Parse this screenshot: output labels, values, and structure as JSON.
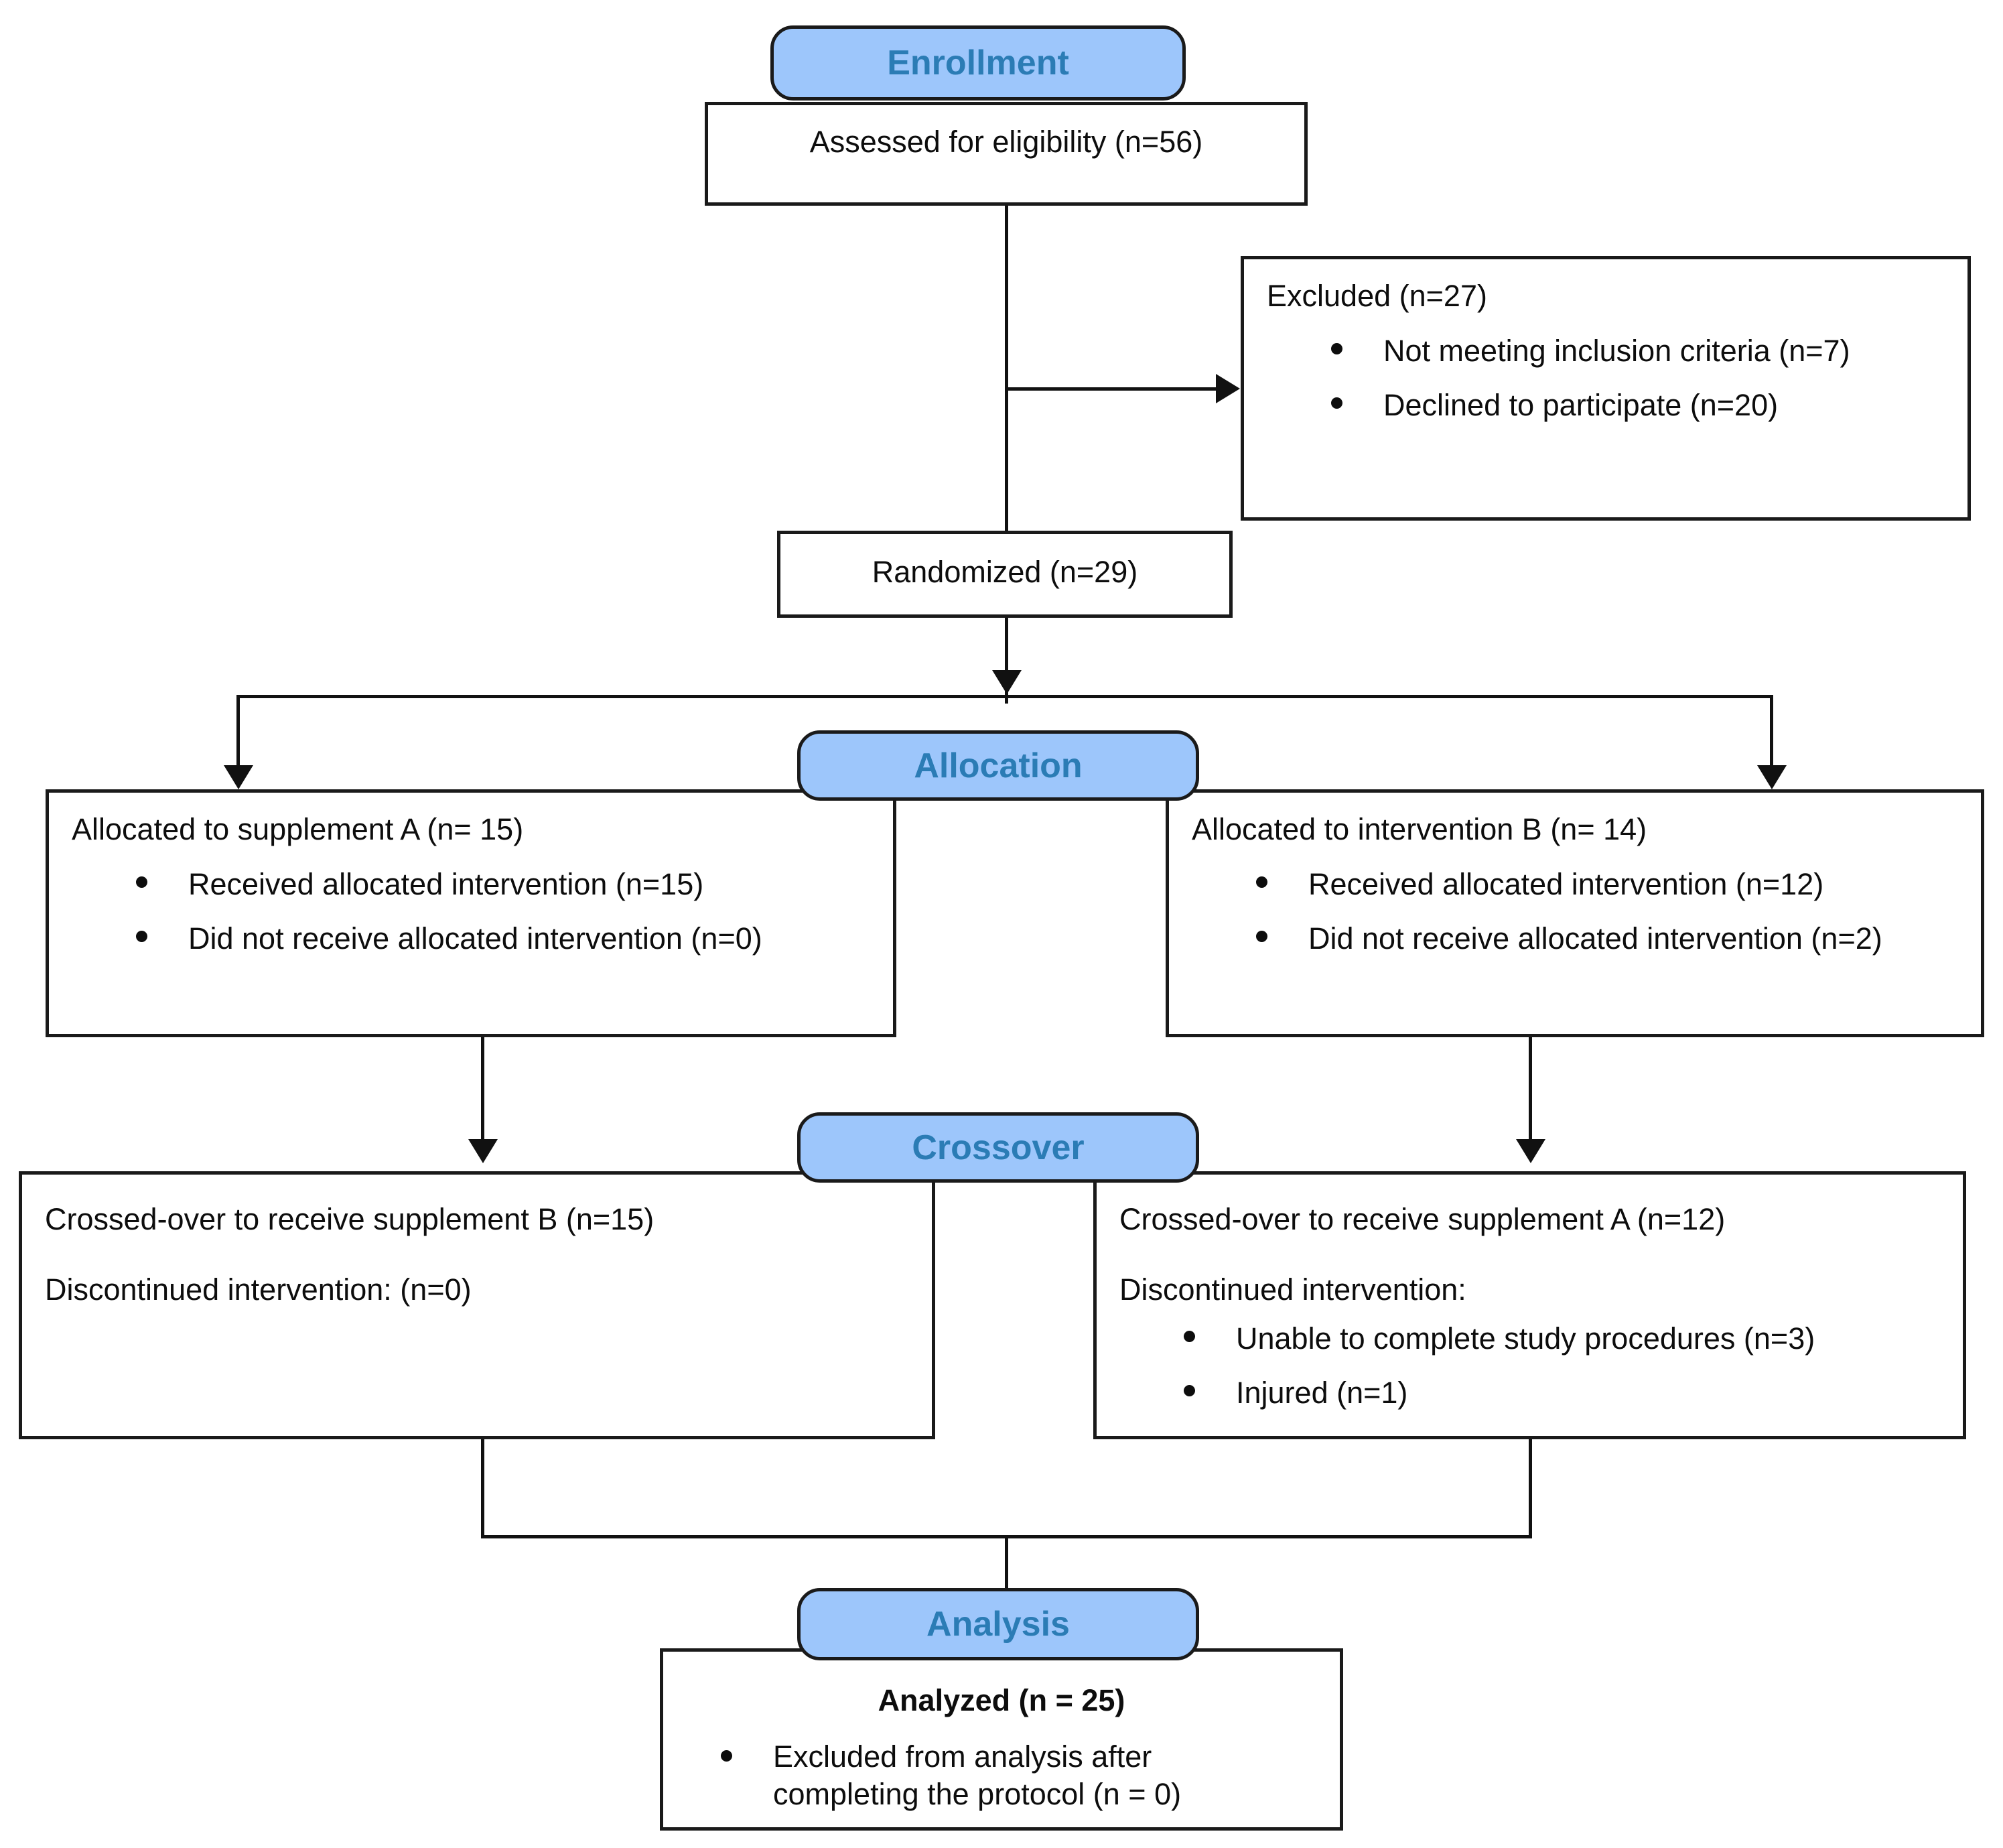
{
  "diagram": {
    "title": "CONSORT participant flow diagram",
    "accent_blue": "#9dc6fb",
    "header_text_color": "#2b7cb5",
    "line_color": "#111111"
  },
  "stages": {
    "enrollment": "Enrollment",
    "allocation": "Allocation",
    "crossover": "Crossover",
    "analysis": "Analysis"
  },
  "nodes": {
    "assessed": {
      "text": "Assessed for eligibility (n=56)"
    },
    "excluded": {
      "heading": "Excluded (n=27)",
      "bullets": [
        "Not meeting inclusion criteria (n=7)",
        "Declined to participate (n=20)"
      ]
    },
    "randomized": {
      "text": "Randomized (n=29)"
    },
    "allocated_left": {
      "heading": "Allocated to supplement A (n= 15)",
      "bullets": [
        "Received allocated intervention (n=15)",
        "Did not receive allocated intervention (n=0)"
      ]
    },
    "allocated_right": {
      "heading": "Allocated to intervention B (n= 14)",
      "bullets": [
        "Received allocated intervention (n=12)",
        "Did not receive allocated intervention (n=2)"
      ]
    },
    "crossover_left": {
      "heading": "Crossed-over to receive supplement B (n=15)",
      "subheading": "Discontinued intervention: (n=0)",
      "bullets": []
    },
    "crossover_right": {
      "heading": "Crossed-over to receive supplement A (n=12)",
      "subheading": "Discontinued intervention:",
      "bullets": [
        "Unable to complete study procedures (n=3)",
        "Injured (n=1)"
      ]
    },
    "analyzed": {
      "heading": "Analyzed (n = 25)",
      "bullets_line1": "Excluded from analysis after",
      "bullets_line2": "completing the protocol (n = 0)"
    }
  }
}
